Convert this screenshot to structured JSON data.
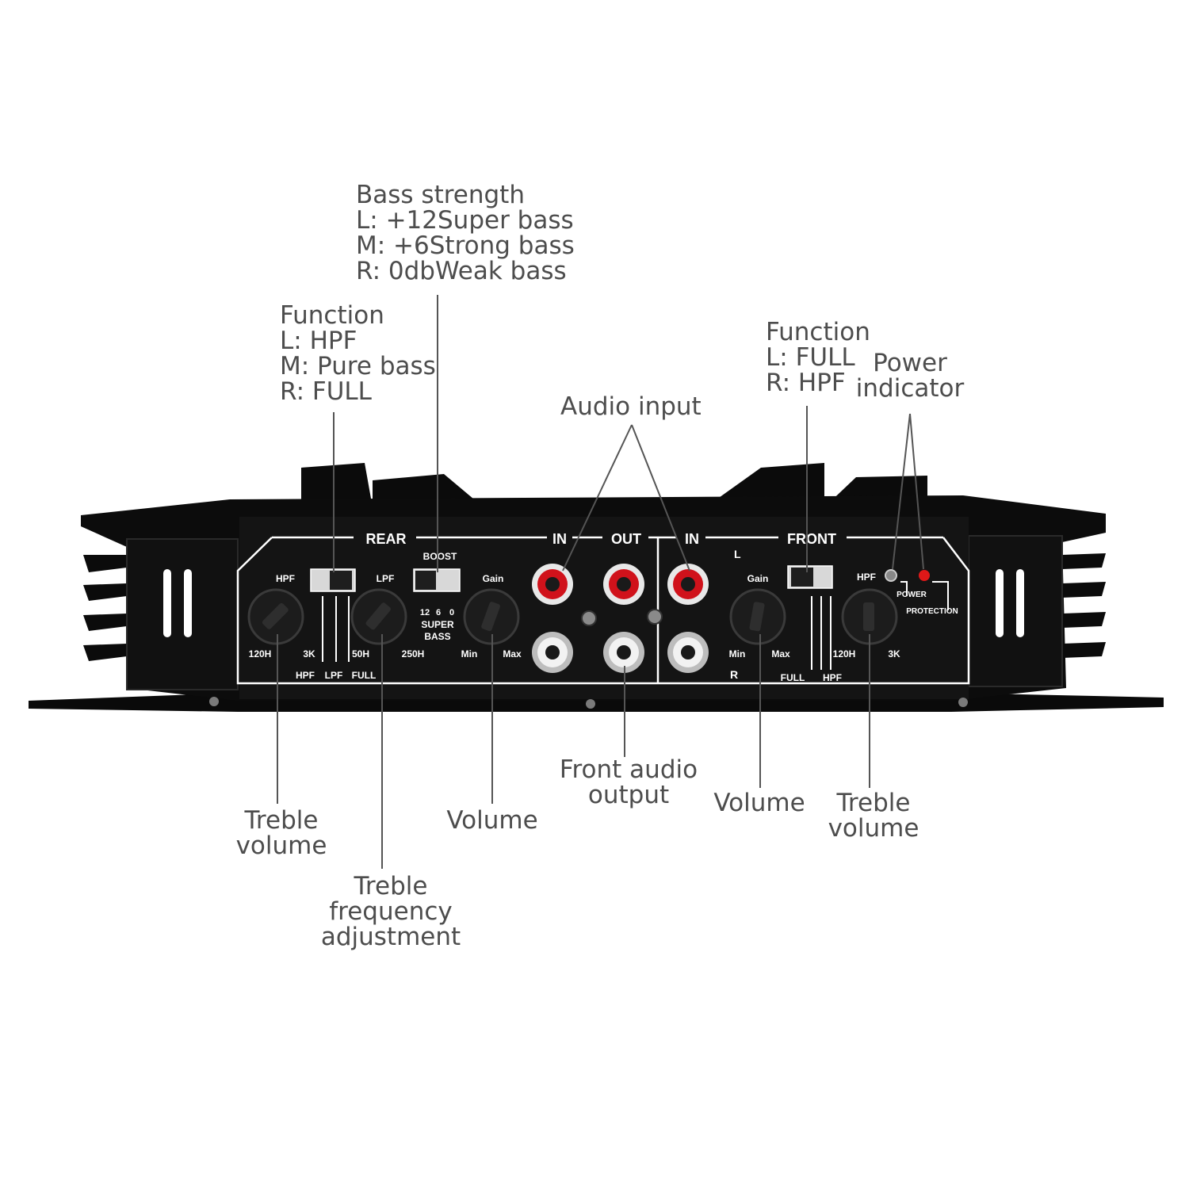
{
  "callouts": {
    "bass_strength": [
      "Bass strength",
      "L: +12Super bass",
      "M: +6Strong bass",
      "R: 0dbWeak bass"
    ],
    "rear_function": [
      "Function",
      "L: HPF",
      "M: Pure bass",
      "R: FULL"
    ],
    "audio_input": [
      "Audio input"
    ],
    "front_function": [
      "Function",
      "L: FULL",
      "R: HPF"
    ],
    "power_indicator": [
      "Power",
      "indicator"
    ],
    "rear_treble_volume": [
      "Treble",
      "volume"
    ],
    "treble_frequency": [
      "Treble",
      "frequency",
      "adjustment"
    ],
    "rear_volume": [
      "Volume"
    ],
    "front_audio_output": [
      "Front audio",
      "output"
    ],
    "front_volume": [
      "Volume"
    ],
    "front_treble_volume": [
      "Treble",
      "volume"
    ]
  },
  "panel": {
    "rear": "REAR",
    "in_left": "IN",
    "out": "OUT",
    "in_right": "IN",
    "front": "FRONT",
    "l_mark": "L",
    "r_mark": "R",
    "boost": "BOOST",
    "boost_values": [
      "12",
      "6",
      "0"
    ],
    "super": "SUPER",
    "bass": "BASS",
    "rear_hpf": "HPF",
    "rear_120h": "120H",
    "rear_3k": "3K",
    "rear_lpf": "LPF",
    "rear_50h": "50H",
    "rear_250h": "250H",
    "rear_gain": "Gain",
    "rear_min": "Min",
    "rear_max": "Max",
    "switch_hpf": "HPF",
    "switch_lpf": "LPF",
    "switch_full": "FULL",
    "front_gain": "Gain",
    "front_min": "Min",
    "front_max": "Max",
    "front_hpf": "HPF",
    "front_120h": "120H",
    "front_3k": "3K",
    "front_switch_full": "FULL",
    "front_switch_hpf": "HPF",
    "power": "POWER",
    "protection": "PROTECTION"
  },
  "colors": {
    "label_text": "#4d4d4d",
    "leader_line": "#555555",
    "chassis": "#0c0c0c",
    "panel_text": "#ffffff",
    "rca_red": "#d0121b",
    "rca_white": "#f2f2f2",
    "led_red": "#e01818"
  }
}
